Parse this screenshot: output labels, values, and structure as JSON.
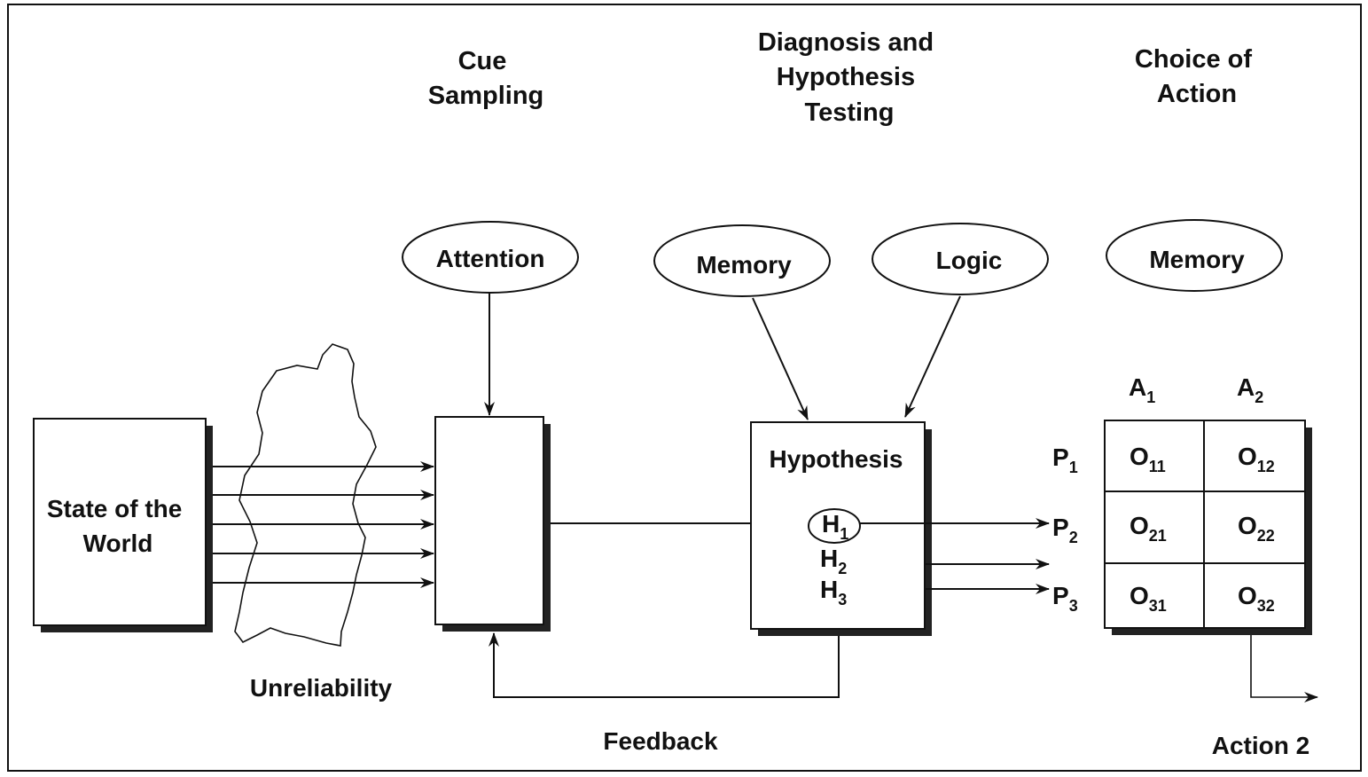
{
  "headers": {
    "cue_sampling": [
      "Cue",
      "Sampling"
    ],
    "diagnosis": [
      "Diagnosis and",
      "Hypothesis",
      "Testing"
    ],
    "choice": [
      "Choice of",
      "Action"
    ]
  },
  "ovals": {
    "attention": "Attention",
    "memory_diag": "Memory",
    "logic": "Logic",
    "memory_choice": "Memory"
  },
  "state_box": [
    "State of the",
    "World"
  ],
  "unreliability": "Unreliability",
  "hypothesis_box": {
    "title": "Hypothesis",
    "h_letter": "H",
    "h_subs": [
      "1",
      "2",
      "3"
    ]
  },
  "probabilities": {
    "letter": "P",
    "subs": [
      "1",
      "2",
      "3"
    ]
  },
  "actions": {
    "letter": "A",
    "subs": [
      "1",
      "2"
    ]
  },
  "outcomes": {
    "letter": "O",
    "subs": [
      [
        "11",
        "12"
      ],
      [
        "21",
        "22"
      ],
      [
        "31",
        "32"
      ]
    ]
  },
  "feedback": "Feedback",
  "action_out": "Action 2"
}
